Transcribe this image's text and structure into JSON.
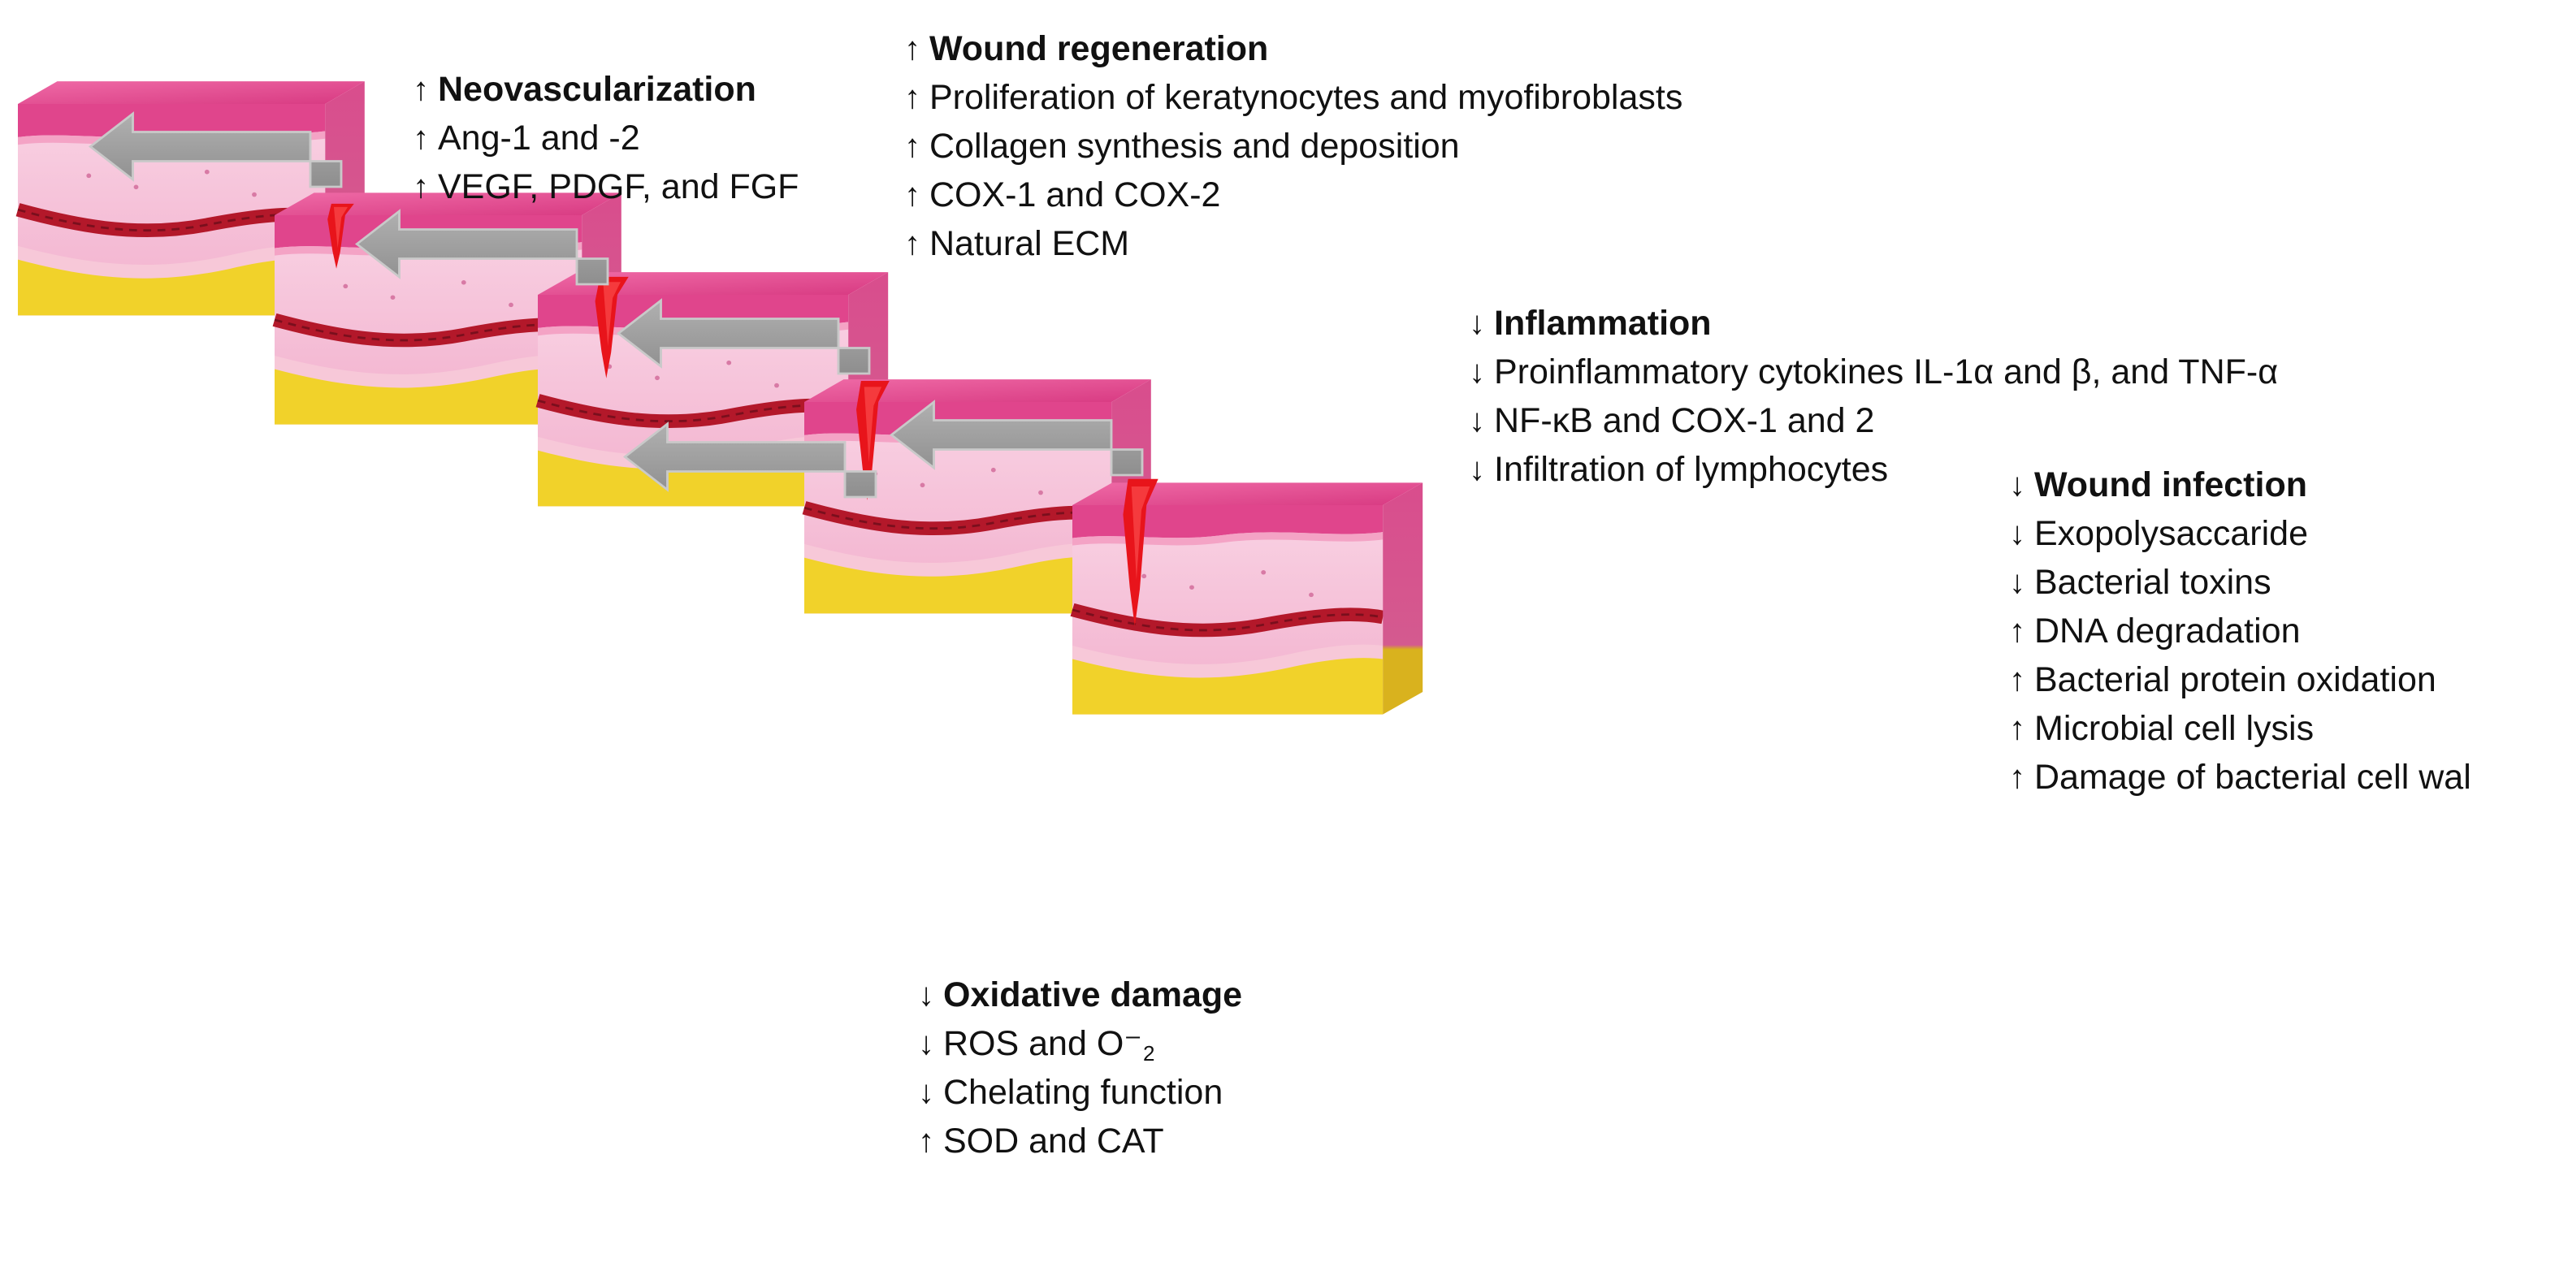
{
  "blocks": {
    "neovascularization": {
      "heading": {
        "text": "Neovascularization",
        "arrow": "↑"
      },
      "items": [
        {
          "text": "Ang-1 and -2",
          "arrow": "↑"
        },
        {
          "text": "VEGF, PDGF, and FGF",
          "arrow": "↑"
        }
      ]
    },
    "wound_regeneration": {
      "heading": {
        "text": "Wound regeneration",
        "arrow": "↑"
      },
      "items": [
        {
          "text": "Proliferation of keratynocytes and myofibroblasts",
          "arrow": "↑"
        },
        {
          "text": "Collagen synthesis and deposition",
          "arrow": "↑"
        },
        {
          "text": "COX-1 and COX-2",
          "arrow": "↑"
        },
        {
          "text": "Natural ECM",
          "arrow": "↑"
        }
      ]
    },
    "inflammation": {
      "heading": {
        "text": "Inflammation",
        "arrow": "↓"
      },
      "items": [
        {
          "text": "Proinflammatory cytokines IL-1α and  β, and TNF-α",
          "arrow": "↓"
        },
        {
          "text": "NF-κB and COX-1 and 2",
          "arrow": "↓"
        },
        {
          "text": "Infiltration of lymphocytes",
          "arrow": "↓"
        }
      ]
    },
    "wound_infection": {
      "heading": {
        "text": "Wound infection",
        "arrow": "↓"
      },
      "items": [
        {
          "text": "Exopolysaccaride",
          "arrow": "↓"
        },
        {
          "text": "Bacterial toxins",
          "arrow": "↓"
        },
        {
          "text": "DNA degradation",
          "arrow": "↑"
        },
        {
          "text": "Bacterial protein oxidation",
          "arrow": "↑"
        },
        {
          "text": "Microbial cell lysis",
          "arrow": "↑"
        },
        {
          "text": "Damage of bacterial cell wal",
          "arrow": "↑"
        }
      ]
    },
    "oxidative_damage": {
      "heading": {
        "text": "Oxidative damage",
        "arrow": "↓"
      },
      "items": [
        {
          "text": "ROS and O⁻",
          "subscript": "2",
          "arrow": "↓"
        },
        {
          "text": "Chelating function",
          "arrow": "↓"
        },
        {
          "text": "SOD and CAT",
          "arrow": "↑"
        }
      ]
    }
  },
  "colors": {
    "epidermis": "#e0458c",
    "dermis_top": "#f7c6dc",
    "dermis": "#f3b3cf",
    "fat": "#f1d22a",
    "blood_vessel": "#b3182a",
    "wound": "#e8141b",
    "arrow_fill": "#9e9e9e",
    "arrow_edge": "#c9c9c9",
    "text": "#111111"
  }
}
